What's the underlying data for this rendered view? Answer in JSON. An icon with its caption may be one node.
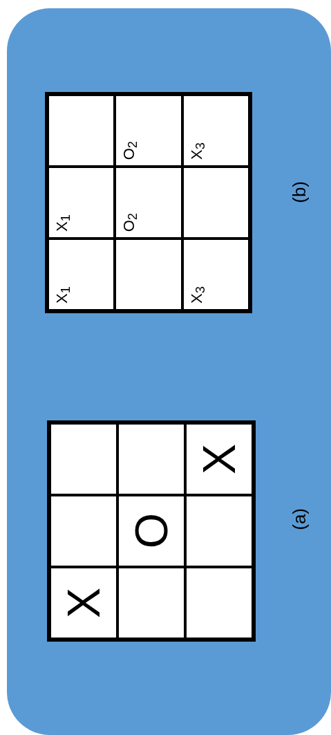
{
  "diagram": {
    "labels": [
      "X",
      "O",
      "X",
      "X$_{1}$",
      "X$_{1}$",
      "O$_{2}$",
      "O$_{2}$",
      "X$_{3}$",
      "X$_{3}$",
      "(a)",
      "(b)"
    ]
  }
}
